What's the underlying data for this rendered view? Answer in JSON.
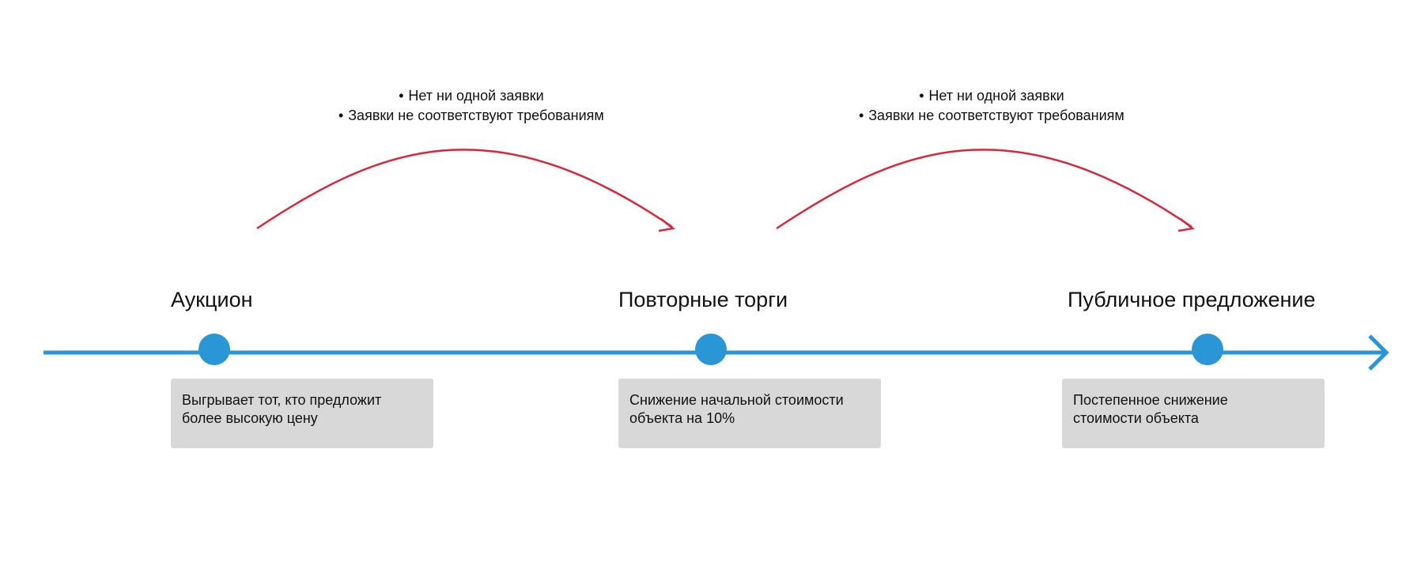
{
  "colors": {
    "timeline": "#2b96d6",
    "node": "#2b96d6",
    "transition_arrow": "#d4283c",
    "description_bg": "#d8d8d8",
    "text": "#111111"
  },
  "stages": [
    {
      "name": "Аукцион",
      "description": [
        "Выгрывает тот, кто предложит",
        "более высокую цену"
      ]
    },
    {
      "name": "Повторные торги",
      "description": [
        "Снижение начальной стоимости",
        "объекта на 10%"
      ]
    },
    {
      "name": "Публичное предложение",
      "description": [
        "Постепенное снижение",
        "стоимости объекта"
      ]
    }
  ],
  "transitions": [
    {
      "from": "Аукцион",
      "to": "Повторные торги",
      "conditions": [
        "Нет ни одной заявки",
        "Заявки не соответствуют требованиям"
      ]
    },
    {
      "from": "Повторные торги",
      "to": "Публичное предложение",
      "conditions": [
        "Нет ни одной заявки",
        "Заявки не соответствуют требованиям"
      ]
    }
  ],
  "icons": {
    "timeline_end": "arrow-right-icon",
    "stage_marker": "circle-node-icon",
    "transition": "curved-arrow-icon"
  }
}
